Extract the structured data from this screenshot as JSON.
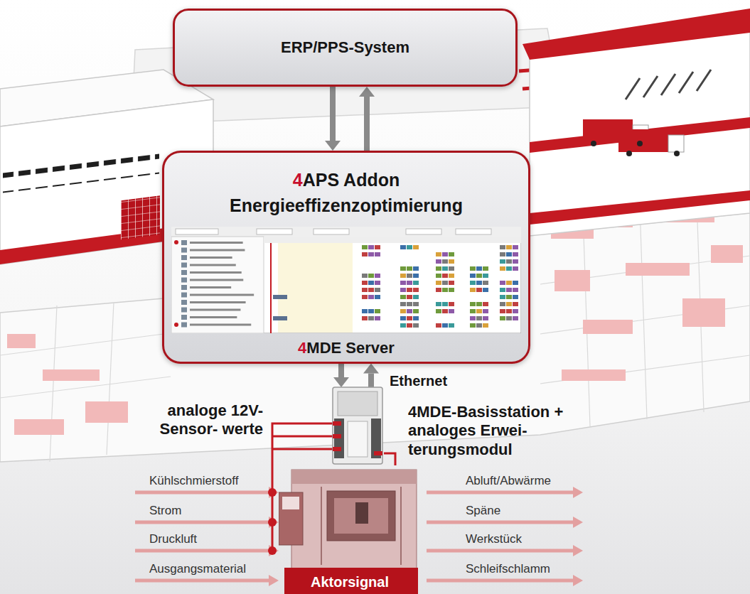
{
  "diagram": {
    "nodes": [
      {
        "text": [
          "ERP/PPS-System"
        ]
      },
      {
        "text": [
          "4APS Addon Energieeffizenzoptimierung",
          "4MDE Server"
        ]
      },
      {
        "text": [
          "4MDE-Basisstation + analoges Erwei- terungsmodul"
        ]
      },
      {
        "text": [
          "Aktorsignal"
        ]
      }
    ],
    "edges": [
      {
        "from": 0,
        "to": 1,
        "arrow": "to"
      },
      {
        "from": 1,
        "to": 0,
        "arrow": "to"
      },
      {
        "from": 1,
        "to": 2,
        "arrow": "to"
      },
      {
        "from": 2,
        "to": 1,
        "arrow": "to"
      },
      {
        "from": 2,
        "to": 3,
        "arrow": "none"
      }
    ],
    "labels": [
      "Ethernet",
      "analoge 12V-Sensor- werte",
      "Kühlschmierstoff",
      "Strom",
      "Druckluft",
      "Ausgangsmaterial",
      "Abluft/Abwärme",
      "Späne",
      "Werkstück",
      "Schleifschlamm"
    ]
  }
}
